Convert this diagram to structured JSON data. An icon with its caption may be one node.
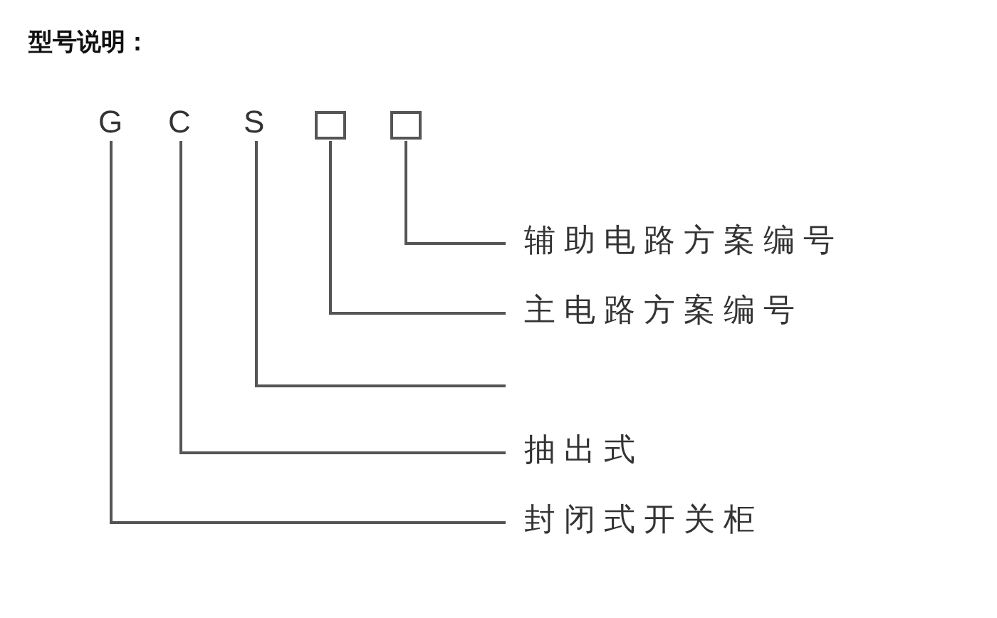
{
  "diagram": {
    "title": "型号说明：",
    "nodes": [
      {
        "text": [
          "G"
        ]
      },
      {
        "text": [
          "C"
        ]
      },
      {
        "text": [
          "S"
        ]
      },
      {
        "text": [],
        "shape": "box"
      },
      {
        "text": [],
        "shape": "box"
      },
      {
        "text": [
          "辅助电路方案编号"
        ]
      },
      {
        "text": [
          "主电路方案编号"
        ]
      },
      {
        "text": [
          "抽出式"
        ]
      },
      {
        "text": [
          "封闭式开关柜"
        ]
      }
    ],
    "edges": [
      {
        "from": 4,
        "to": 5,
        "arrow": "other"
      },
      {
        "from": 3,
        "to": 6,
        "arrow": "other"
      },
      {
        "from": 2,
        "to": null,
        "arrow": "other"
      },
      {
        "from": 1,
        "to": 7,
        "arrow": "other"
      },
      {
        "from": 0,
        "to": 8,
        "arrow": "other"
      }
    ]
  }
}
